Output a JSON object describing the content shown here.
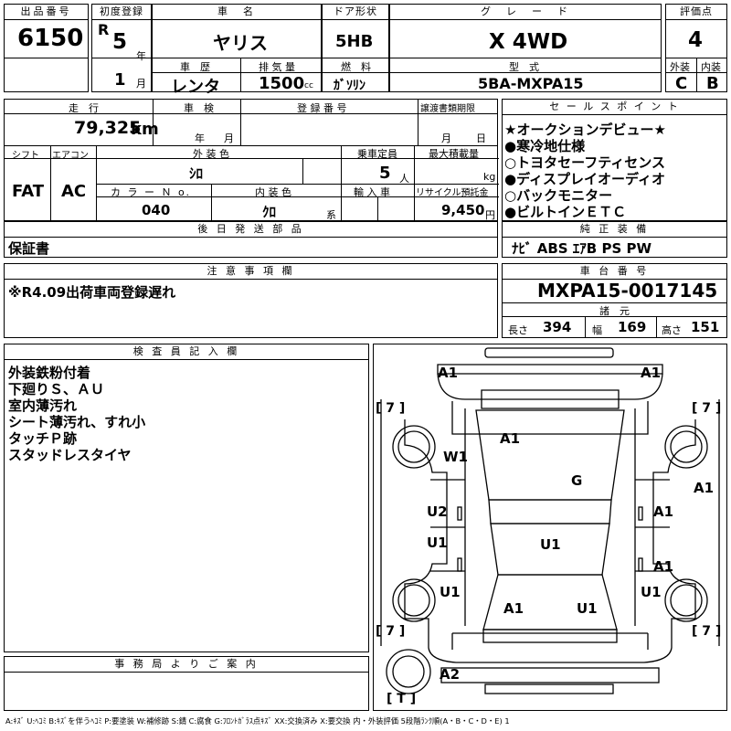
{
  "header": {
    "lot_label": "出品番号",
    "lot": "6150",
    "first_reg_label": "初度登録",
    "era": "R",
    "year": "5",
    "year_unit": "年",
    "month": "1",
    "month_unit": "月",
    "name_label": "車　名",
    "name": "ヤリス",
    "history_label": "車　歴",
    "history": "レンタ",
    "displacement_label": "排 気 量",
    "displacement": "1500",
    "displacement_unit": "cc",
    "door_label": "ドア形状",
    "door": "5HB",
    "fuel_label": "燃　料",
    "fuel": "ｶﾞｿﾘﾝ",
    "grade_label": "グ　レ　ー　ド",
    "grade": "X 4WD",
    "model_label": "型　式",
    "model": "5BA-MXPA15",
    "score_label": "評価点",
    "score": "4",
    "ext_label": "外装",
    "ext": "C",
    "int_label": "内装",
    "int": "B"
  },
  "row2": {
    "mileage_label": "走　行",
    "mileage": "79,325",
    "mileage_unit": "km",
    "inspection_label": "車　検",
    "insp_year_unit": "年",
    "insp_month_unit": "月",
    "regno_label": "登 録 番 号",
    "transfer_label": "譲渡書類期限",
    "transfer_month_unit": "月",
    "transfer_day_unit": "日",
    "shift_label": "シフト",
    "shift": "FAT",
    "ac_label": "エアコン",
    "ac": "AC",
    "color_label": "外 装 色",
    "color": "ｼﾛ",
    "capacity_label": "乗車定員",
    "capacity": "5",
    "capacity_unit": "人",
    "load_label": "最大積載量",
    "load_unit": "kg",
    "colorno_label": "カ ラ ー Ｎ o.",
    "colorno": "040",
    "intcolor_label": "内 装 色",
    "intcolor": "ｸﾛ",
    "intcolor_unit": "系",
    "import_label": "輸 入 車",
    "recycle_label": "リサイクル預託金",
    "recycle": "9,450",
    "recycle_unit": "円"
  },
  "later": {
    "label": "後 日 発 送 部 品",
    "value": "保証書"
  },
  "caution": {
    "label": "注 意 事 項 欄",
    "value": "※R4.09出荷車両登録遅れ"
  },
  "sales": {
    "label": "セ ー ル ス ポ イ ン ト",
    "items": [
      "★オークションデビュー★",
      "●寒冷地仕様",
      "○トヨタセーフティセンス",
      "●ディスプレイオーディオ",
      "○バックモニター",
      "●ビルトインＥＴＣ"
    ]
  },
  "equipment": {
    "label": "純 正 装 備",
    "value": "ﾅﾋﾞ ABS ｴｱB PS PW"
  },
  "chassis": {
    "label": "車 台 番 号",
    "value": "MXPA15-0017145"
  },
  "specs": {
    "label": "諸　元",
    "len_label": "長さ",
    "len": "394",
    "wid_label": "幅",
    "wid": "169",
    "hgt_label": "高さ",
    "hgt": "151"
  },
  "inspector": {
    "label": "検 査 員 記 入 欄",
    "lines": [
      "外装鉄粉付着",
      "下廻りＳ、ＡＵ",
      "室内薄汚れ",
      "シート薄汚れ、すれ小",
      "タッチＰ跡",
      "スタッドレスタイヤ"
    ]
  },
  "office": {
    "label": "事 務 局 よ り ご 案 内"
  },
  "diagram": {
    "fl": "A1",
    "fr": "A1",
    "hood": "A1",
    "windshield": "G",
    "lf_fender": "W1",
    "l_front_door": "U2",
    "l_rear_door": "U1",
    "l_quarter": "U1",
    "r_front": "A1",
    "r_front_door": "A1",
    "r_rear_door": "A1",
    "r_quarter": "U1",
    "roof": "U1",
    "trunk_l": "A1",
    "trunk_r": "U1",
    "rear_bumper": "A2",
    "tire_tl": "[ 7 ]",
    "tire_tr": "[ 7 ]",
    "tire_bl": "[ 7 ]",
    "tire_br": "[ 7 ]",
    "spare": "[ T ]"
  },
  "legend": "A:ｷｽﾞ U:ﾍｺﾐ B:ｷｽﾞを伴うﾍｺﾐ P:要塗装 W:補修跡 S:錆 C:腐食 G:ﾌﾛﾝﾄｶﾞﾗｽ点ｷｽﾞ XX:交換済み X:要交換 内・外装評価 5段階ﾗﾝｸ順(A・B・C・D・E) 1"
}
